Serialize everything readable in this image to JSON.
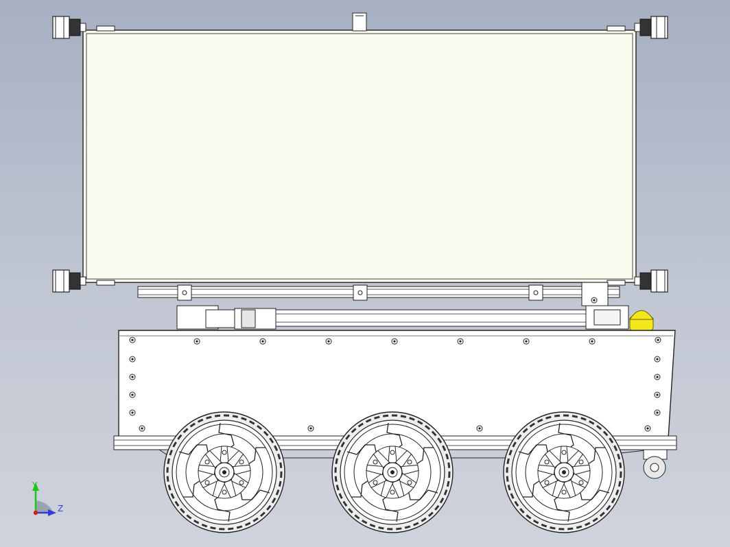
{
  "view": {
    "background_top": "#a7b0c2",
    "background_bottom": "#cfd3dc",
    "panel_color": "#fbfbef",
    "body_color": "#ffffff",
    "line_color": "#222222",
    "warning_light_color": "#f4e81c",
    "wheel_count": 3,
    "corner_motor_count": 4
  },
  "triad": {
    "y_label": "Y",
    "z_label": "Z",
    "y_color": "#19c819",
    "z_color": "#2f3cd8",
    "origin_color": "#d81919"
  }
}
